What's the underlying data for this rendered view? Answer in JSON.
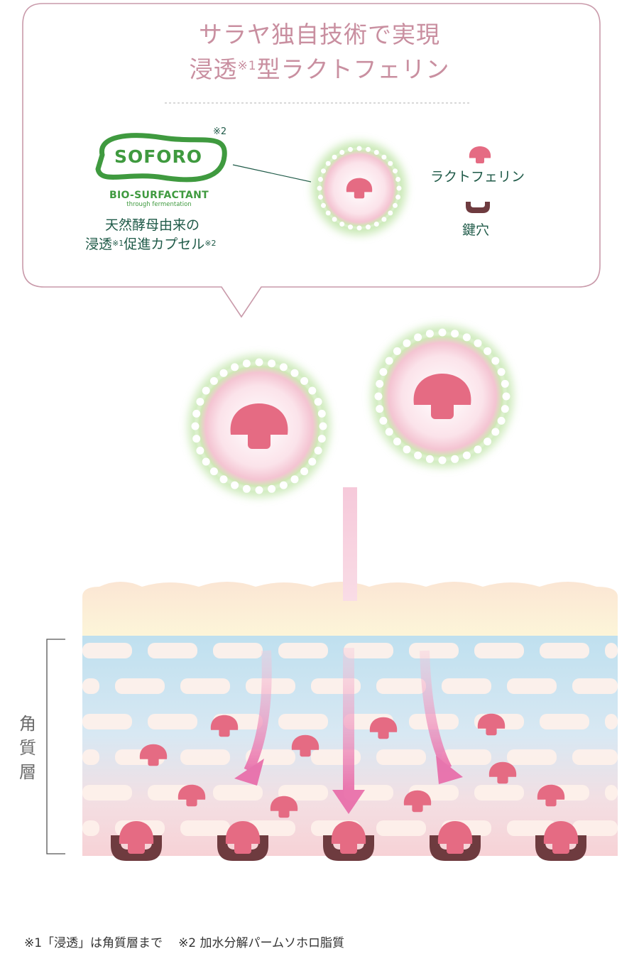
{
  "header": {
    "title_line1": "サラヤ独自技術で実現",
    "title_line2_prefix": "浸透",
    "title_line2_sup": "※1",
    "title_line2_suffix": "型ラクトフェリン"
  },
  "logo": {
    "note": "※2",
    "brand": "SOFORO",
    "subtitle": "BIO-SURFACTANT",
    "tagline": "through fermentation",
    "caption_line1": "天然酵母由来の",
    "caption_line2_prefix": "浸透",
    "caption_line2_sup1": "※1",
    "caption_line2_mid": "促進カプセル",
    "caption_line2_sup2": "※2"
  },
  "legend": {
    "lactoferrin_label": "ラクトフェリン",
    "keyhole_label": "鍵穴"
  },
  "side_label": "角質層",
  "footnotes": {
    "note1": "※1「浸透」は角質層まで",
    "note2": "※2 加水分解パームソホロ脂質"
  },
  "colors": {
    "bubble_border": "#c99aaa",
    "title": "#c98fa0",
    "logo_green": "#3f9a3f",
    "teal_text": "#1f5a48",
    "lactoferrin_pink": "#e56b83",
    "keyhole_brown": "#6e3b3f",
    "capsule_glow": "#8fcf6d"
  }
}
